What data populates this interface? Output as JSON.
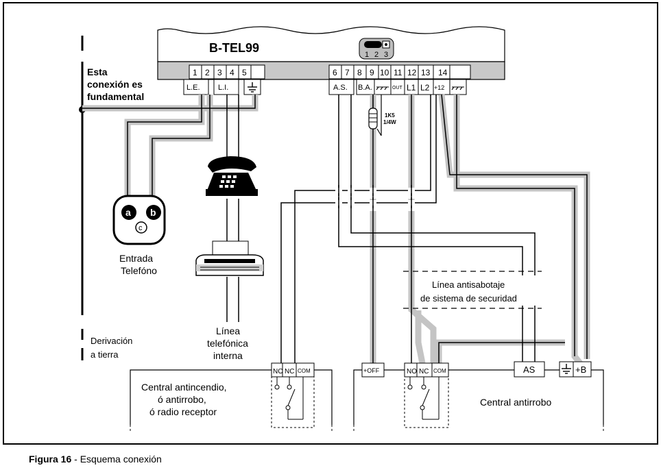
{
  "device": {
    "name": "B-TEL99",
    "jumper_numbers": [
      "1",
      "2",
      "3"
    ],
    "terminal_numbers": [
      "1",
      "2",
      "3",
      "4",
      "5",
      "6",
      "7",
      "8",
      "9",
      "10",
      "11",
      "12",
      "13",
      "14"
    ],
    "terminal_labels": {
      "le": "L.E.",
      "li": "L.I.",
      "as": "A.S.",
      "ba": "B.A.",
      "out": "OUT",
      "l1": "L1",
      "l2": "L2",
      "plus12": "+12"
    }
  },
  "notes": {
    "ground_note": [
      "Esta",
      "conexión es",
      "fundamental"
    ],
    "resistor": [
      "1K5",
      "1/4W"
    ],
    "derivation": [
      "Derivación",
      "a tierra"
    ],
    "phone_input": [
      "Entrada",
      "Telefóno"
    ],
    "internal_line": [
      "Línea",
      "telefónica",
      "interna"
    ],
    "tamper_line": [
      "Línea antisabotaje",
      "de sistema de securidad"
    ]
  },
  "socket": {
    "a": "a",
    "b": "b",
    "c": "c"
  },
  "left_panel": {
    "contacts": [
      "NO",
      "NC",
      "COM"
    ],
    "text": [
      "Central antincendio,",
      "ó antirrobo,",
      "ó radio receptor"
    ]
  },
  "right_panel": {
    "off_label": "+OFF",
    "contacts": [
      "NO",
      "NC",
      "COM"
    ],
    "as_label": "AS",
    "b_label": "+B",
    "text": "Central antirrobo"
  },
  "caption": {
    "figure": "Figura 16",
    "text": " - Esquema conexión"
  }
}
